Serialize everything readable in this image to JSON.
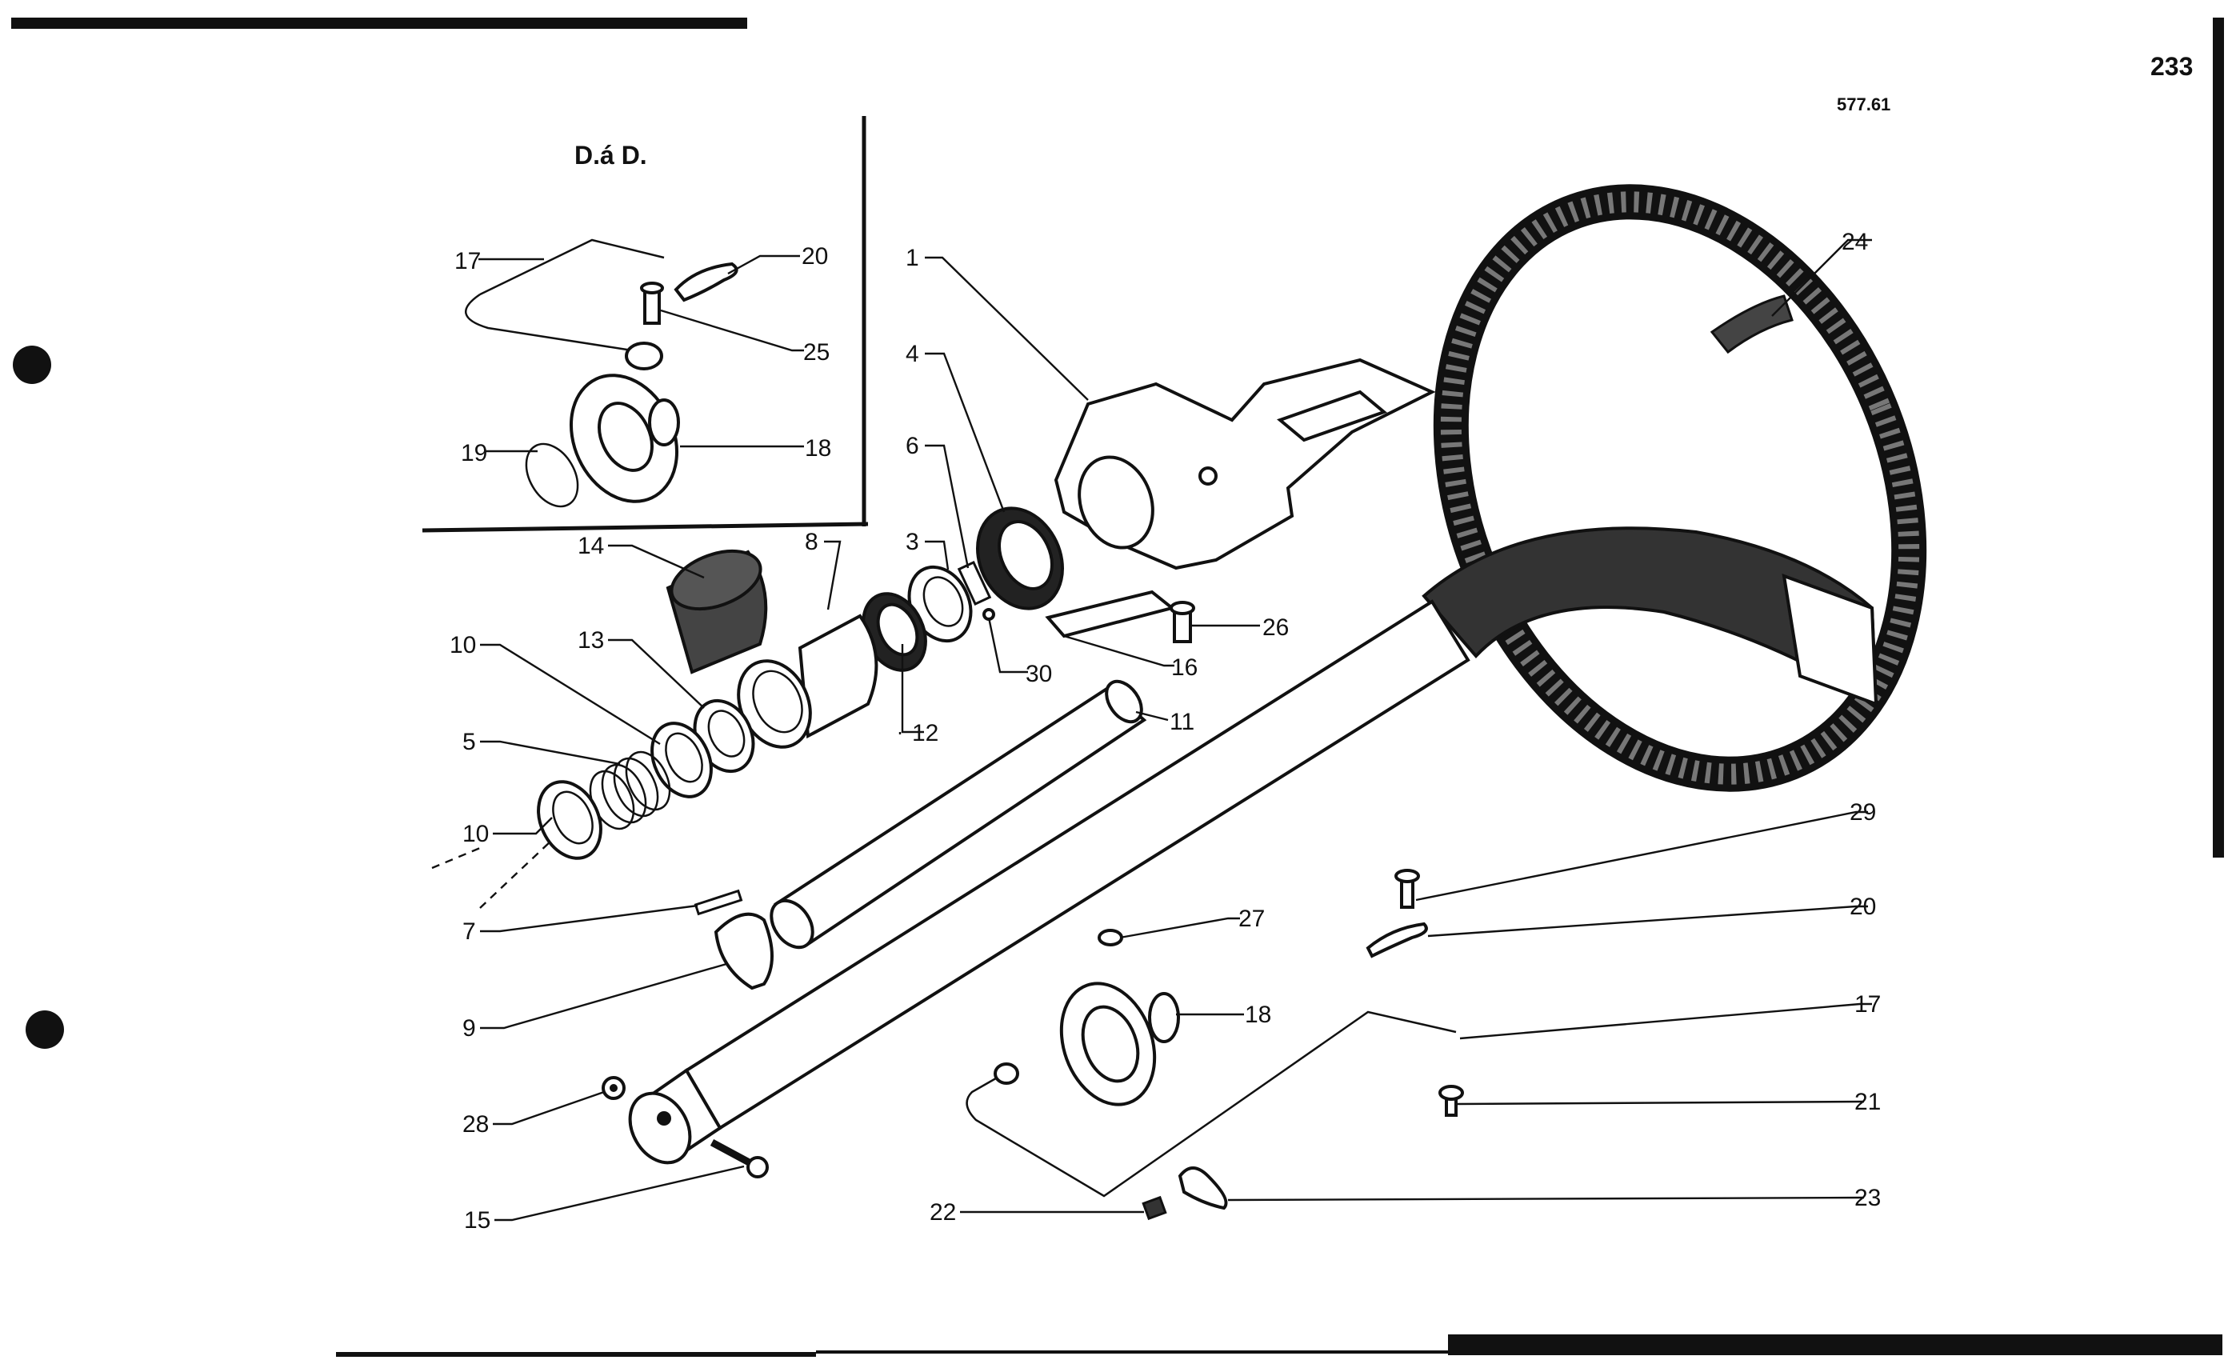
{
  "page_number": "233",
  "figure_ref": "577.61",
  "inset_title": "D.á D.",
  "inset_callouts": [
    {
      "id": "i17",
      "text": "17"
    },
    {
      "id": "i20",
      "text": "20"
    },
    {
      "id": "i25",
      "text": "25"
    },
    {
      "id": "i19",
      "text": "19"
    },
    {
      "id": "i18",
      "text": "18"
    }
  ],
  "callouts": [
    {
      "id": "c1",
      "text": "1"
    },
    {
      "id": "c4",
      "text": "4"
    },
    {
      "id": "c6",
      "text": "6"
    },
    {
      "id": "c3",
      "text": "3"
    },
    {
      "id": "c8",
      "text": "8"
    },
    {
      "id": "c14",
      "text": "14"
    },
    {
      "id": "c13",
      "text": "13"
    },
    {
      "id": "c10a",
      "text": "10"
    },
    {
      "id": "c5",
      "text": "5"
    },
    {
      "id": "c10b",
      "text": "10"
    },
    {
      "id": "c7",
      "text": "7"
    },
    {
      "id": "c9",
      "text": "9"
    },
    {
      "id": "c28",
      "text": "28"
    },
    {
      "id": "c15",
      "text": "15"
    },
    {
      "id": "c22",
      "text": "22"
    },
    {
      "id": "c12",
      "text": "12"
    },
    {
      "id": "c30",
      "text": "30"
    },
    {
      "id": "c16",
      "text": "16"
    },
    {
      "id": "c26",
      "text": "26"
    },
    {
      "id": "c11",
      "text": "11"
    },
    {
      "id": "c24",
      "text": "24"
    },
    {
      "id": "c29",
      "text": "29"
    },
    {
      "id": "c20",
      "text": "20"
    },
    {
      "id": "c27",
      "text": "27"
    },
    {
      "id": "c18",
      "text": "18"
    },
    {
      "id": "c17",
      "text": "17"
    },
    {
      "id": "c21",
      "text": "21"
    },
    {
      "id": "c23",
      "text": "23"
    }
  ]
}
